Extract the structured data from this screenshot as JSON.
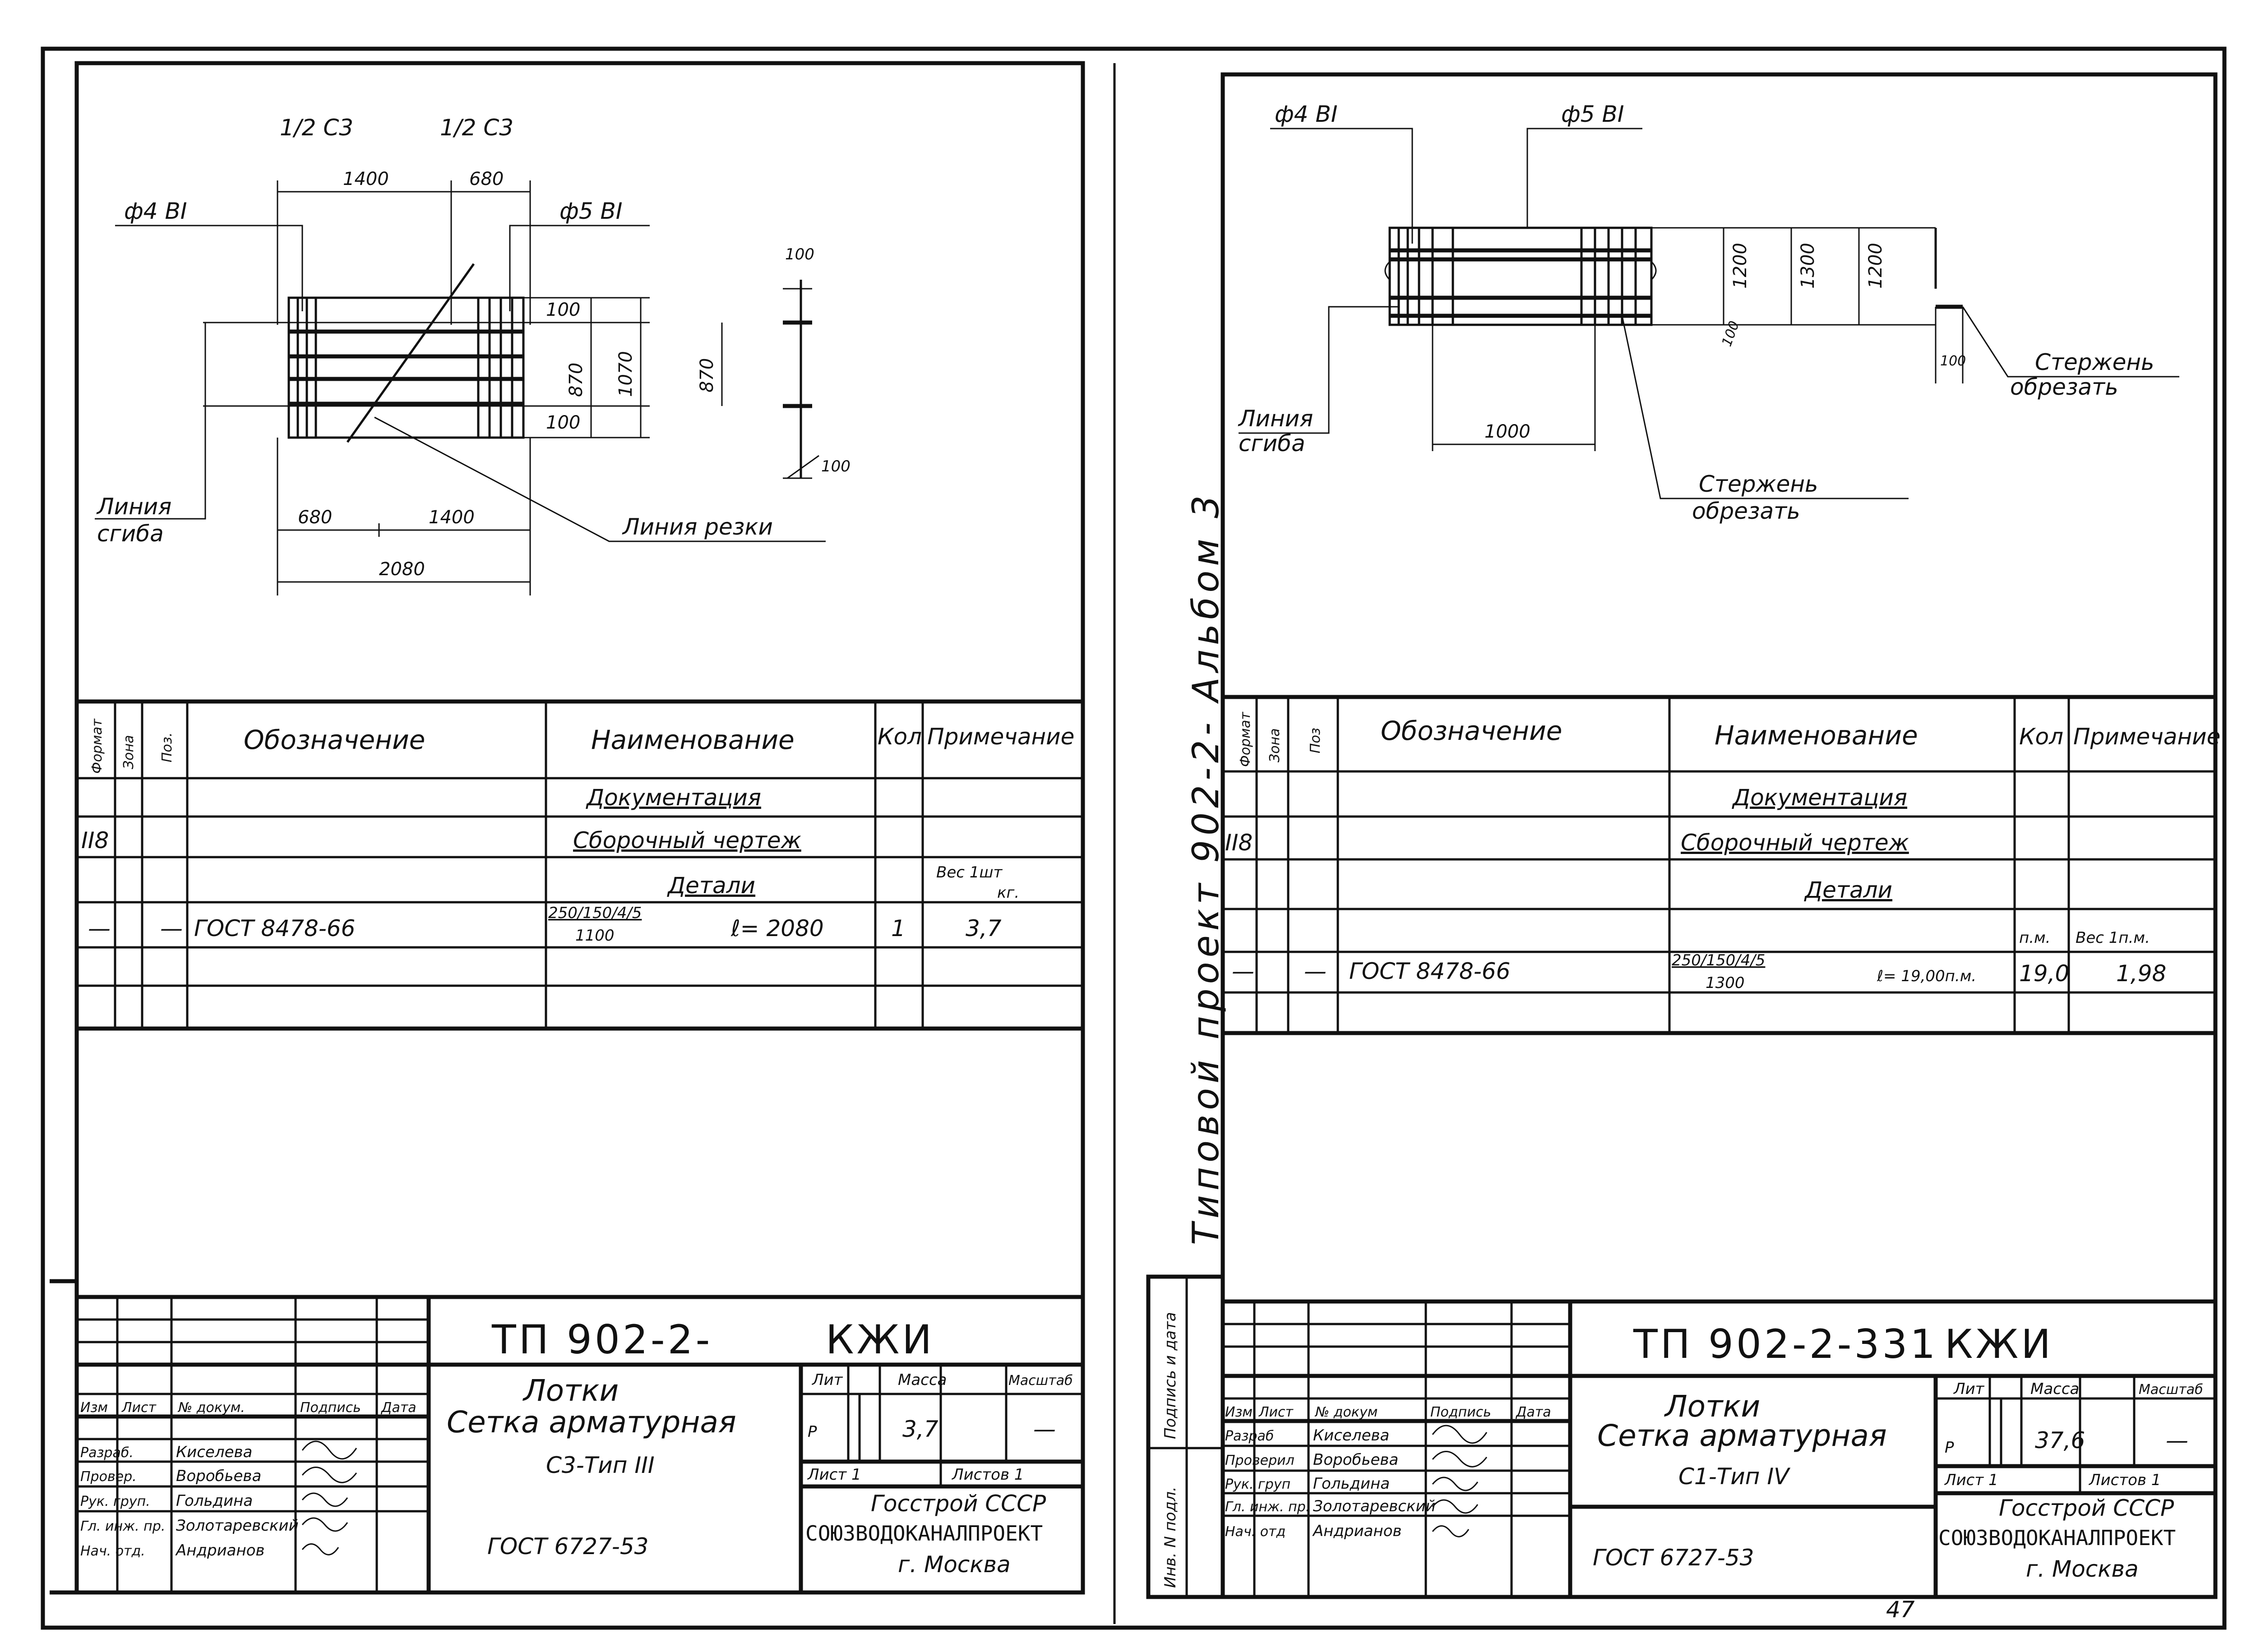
{
  "left_sheet": {
    "drawing": {
      "half_c3_a": "1/2 C3",
      "half_c3_b": "1/2 C3",
      "bar_left": "ф4 BI",
      "bar_right": "ф5 BI",
      "dim_1400_top": "1400",
      "dim_680_top": "680",
      "dim_100_a": "100",
      "dim_100_b": "100",
      "dim_870_a": "870",
      "dim_1070": "1070",
      "dim_870_b": "870",
      "dim_100_r1": "100",
      "dim_100_r2": "100",
      "dim_680_bot": "680",
      "dim_1400_bot": "1400",
      "dim_2080": "2080",
      "bend_line": "Линия",
      "bend_line_2": "сгиба",
      "cut_line": "Линия резки"
    },
    "spec": {
      "headers": {
        "format": "Формат",
        "zone": "Зона",
        "pos": "Поз.",
        "designation": "Обозначение",
        "name": "Наименование",
        "qty": "Кол",
        "note": "Примечание"
      },
      "row_documentation": "Документация",
      "row_format": "II8",
      "row_assembly": "Сборочный чертеж",
      "row_details": "Детали",
      "row_note_weight": "Вес 1шт",
      "row_note_unit": "кг.",
      "part_dash_1": "—",
      "part_dash_2": "—",
      "part_designation": "ГОСТ 8478-66",
      "part_fraction_top": "250/150/4/5",
      "part_fraction_bottom": "1100",
      "part_length": "ℓ= 2080",
      "part_qty": "1",
      "part_weight": "3,7"
    },
    "stamp": {
      "doc_code": "ТП 902-2-",
      "doc_suffix": "КЖИ",
      "title_1": "Лотки",
      "title_2": "Сетка арматурная",
      "title_3": "С3-Тип III",
      "gost": "ГОСТ 6727-53",
      "col_izm": "Изм",
      "col_list": "Лист",
      "col_doc": "№ докум.",
      "col_sign": "Подпись",
      "col_date": "Дата",
      "role_1": "Разраб.",
      "person_1": "Киселева",
      "role_2": "Провер.",
      "person_2": "Воробьева",
      "role_3": "Рук. груп.",
      "person_3": "Гольдина",
      "role_4": "Гл. инж. пр.",
      "person_4": "Золотаревский",
      "role_5": "Нач. отд.",
      "person_5": "Андрианов",
      "lit_hdr": "Лит",
      "mass_hdr": "Масса",
      "scale_hdr": "Масштаб",
      "lit": "Р",
      "mass": "3,7",
      "scale": "—",
      "sheet": "Лист 1",
      "sheets": "Листов 1",
      "org_1": "Госстрой СССР",
      "org_2": "СОЮЗВОДОКАНАЛПРОЕКТ",
      "org_3": "г. Москва"
    }
  },
  "right_sheet": {
    "drawing": {
      "bar_left": "ф4 BI",
      "bar_right": "ф5 BI",
      "dim_1200_a": "1200",
      "dim_1300": "1300",
      "dim_1200_b": "1200",
      "dim_100_a": "100",
      "dim_100_b": "100",
      "dim_1000": "1000",
      "bend_line": "Линия",
      "bend_line_2": "сгиба",
      "cut_1": "Стержень",
      "cut_1b": "обрезать",
      "cut_2": "Стержень",
      "cut_2b": "обрезать"
    },
    "side_text": "Типовой проект 902-2- Альбом 3",
    "spec": {
      "headers": {
        "format": "Формат",
        "zone": "Зона",
        "pos": "Поз",
        "designation": "Обозначение",
        "name": "Наименование",
        "qty": "Кол",
        "note": "Примечание"
      },
      "row_documentation": "Документация",
      "row_format": "II8",
      "row_assembly": "Сборочный чертеж",
      "row_details": "Детали",
      "row_unit": "п.м.",
      "row_note_weight": "Вес 1п.м.",
      "part_dash_1": "—",
      "part_dash_2": "—",
      "part_designation": "ГОСТ 8478-66",
      "part_fraction_top": "250/150/4/5",
      "part_fraction_bottom": "1300",
      "part_length": "ℓ= 19,00п.м.",
      "part_qty": "19,0",
      "part_weight": "1,98"
    },
    "stamp": {
      "doc_code": "ТП 902-2-331",
      "doc_suffix": "КЖИ",
      "title_1": "Лотки",
      "title_2": "Сетка арматурная",
      "title_3": "С1-Тип IV",
      "gost": "ГОСТ 6727-53",
      "col_izm": "Изм",
      "col_list": "Лист",
      "col_doc": "№ докум",
      "col_sign": "Подпись",
      "col_date": "Дата",
      "role_1": "Разраб",
      "person_1": "Киселева",
      "role_2": "Проверил",
      "person_2": "Воробьева",
      "role_3": "Рук. груп",
      "person_3": "Гольдина",
      "role_4": "Гл. инж. пр.",
      "person_4": "Золотаревский",
      "role_5": "Нач. отд",
      "person_5": "Андрианов",
      "lit_hdr": "Лит",
      "mass_hdr": "Масса",
      "scale_hdr": "Масштаб",
      "lit": "Р",
      "mass": "37,6",
      "scale": "—",
      "sheet": "Лист 1",
      "sheets": "Листов 1",
      "org_1": "Госстрой СССР",
      "org_2": "СОЮЗВОДОКАНАЛПРОЕКТ",
      "org_3": "г. Москва"
    },
    "margin_1": "Подпись и дата",
    "margin_2": "Инв. N подл.",
    "page_number": "47"
  }
}
